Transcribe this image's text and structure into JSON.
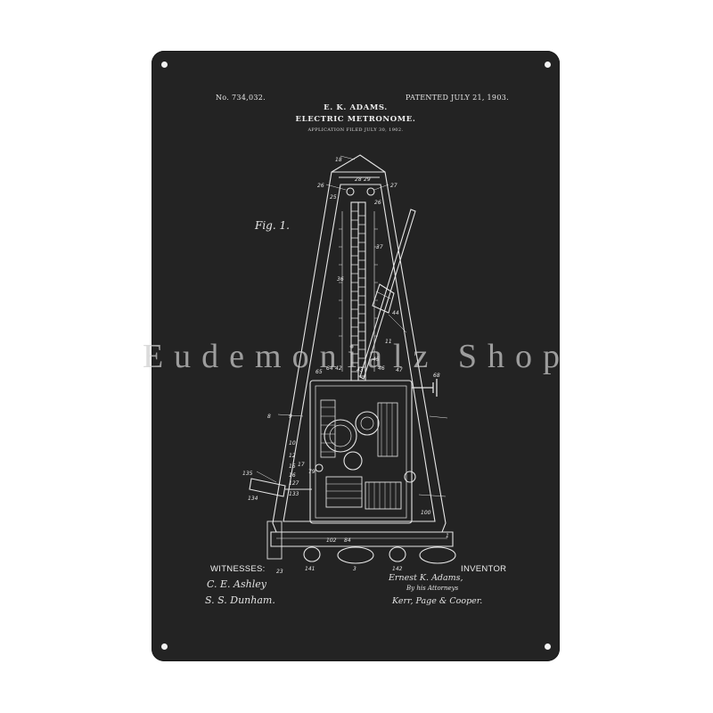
{
  "patent": {
    "number": "No. 734,032.",
    "patented": "PATENTED JULY 21, 1903.",
    "inventor_name": "E. K. ADAMS.",
    "title": "ELECTRIC METRONOME.",
    "filed": "APPLICATION FILED JULY 30, 1902.",
    "figure_label": "Fig. 1."
  },
  "footer": {
    "witnesses_label": "WITNESSES:",
    "inventor_label": "INVENTOR",
    "witness_1": "C. E. Ashley",
    "witness_2": "S. S. Dunham.",
    "inventor_signature": "Ernest K. Adams,",
    "by_attorneys": "By his Attorneys",
    "attorneys": "Kerr, Page & Cooper."
  },
  "watermark": "Eudemonialz Shop",
  "colors": {
    "plate": "#232323",
    "ink": "#e8e8e8",
    "background": "#ffffff"
  },
  "part_numbers": [
    "18",
    "26",
    "28",
    "29",
    "27",
    "25",
    "26",
    "37",
    "36",
    "44",
    "11",
    "45",
    "64",
    "42",
    "43",
    "46",
    "47",
    "65",
    "68",
    "8",
    "9",
    "10",
    "12",
    "15",
    "16",
    "17",
    "127",
    "133",
    "134",
    "135",
    "79",
    "1",
    "141",
    "3",
    "142",
    "100",
    "102",
    "84",
    "23"
  ]
}
